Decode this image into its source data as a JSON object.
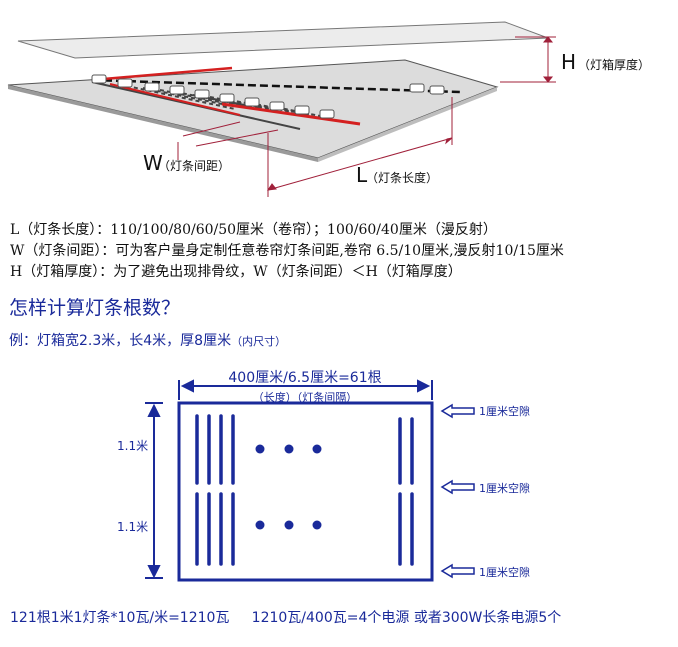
{
  "diagram": {
    "h_label": "H",
    "h_desc": "（灯箱厚度）",
    "w_label": "W",
    "w_desc": "（灯条间距）",
    "l_label": "L",
    "l_desc": "（灯条长度）"
  },
  "specs": [
    "L（灯条长度）：110/100/80/60/50厘米（卷帘）；100/60/40厘米（漫反射）",
    "W（灯条间距）：可为客户量身定制任意卷帘灯条间距,卷帘 6.5/10厘米,漫反射10/15厘米",
    "H（灯箱厚度）：为了避免出现排骨纹，W（灯条间距）＜H（灯箱厚度）"
  ],
  "heading": "怎样计算灯条根数？",
  "example": {
    "text": "例：灯箱宽2.3米，长4米，厚8厘米",
    "note": "（内尺寸）"
  },
  "box": {
    "top_formula": "400厘米/6.5厘米=61根",
    "top_sub": "（长度）（灯条间隔）",
    "left_top": "1.1米",
    "left_bottom": "1.1米",
    "gap_labels": [
      "1厘米空隙",
      "1厘米空隙",
      "1厘米空隙"
    ]
  },
  "footer": "121根1米1灯条*10瓦/米=1210瓦     1210瓦/400瓦=4个电源 或者300W长条电源5个",
  "colors": {
    "accent": "#1a2a9a",
    "red": "#d42020"
  }
}
